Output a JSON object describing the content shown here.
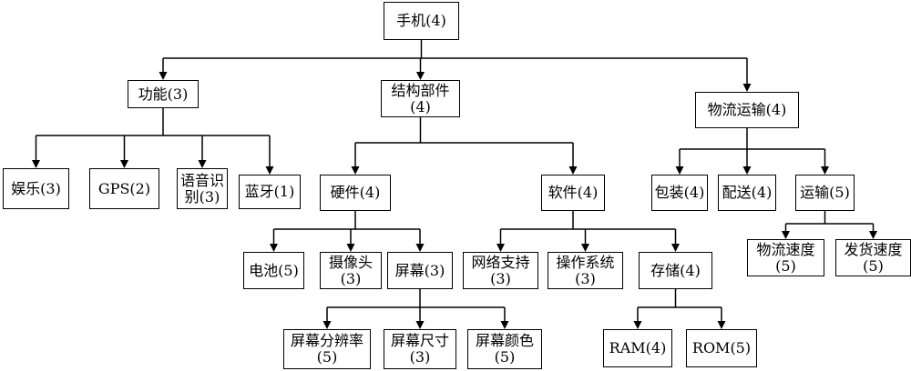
{
  "nodes": {
    "phone": {
      "lines": [
        "手机(4)"
      ]
    },
    "function": {
      "lines": [
        "功能(3)"
      ]
    },
    "structure": {
      "lines": [
        "结构部件",
        "(4)"
      ]
    },
    "logistics": {
      "lines": [
        "物流运输(4)"
      ]
    },
    "entertainment": {
      "lines": [
        "娱乐(3)"
      ]
    },
    "gps": {
      "lines": [
        "GPS(2)"
      ]
    },
    "voice": {
      "lines": [
        "语音识",
        "别(3)"
      ]
    },
    "bluetooth": {
      "lines": [
        "蓝牙(1)"
      ]
    },
    "hardware": {
      "lines": [
        "硬件(4)"
      ]
    },
    "software": {
      "lines": [
        "软件(4)"
      ]
    },
    "packaging": {
      "lines": [
        "包装(4)"
      ]
    },
    "delivery": {
      "lines": [
        "配送(4)"
      ]
    },
    "transport": {
      "lines": [
        "运输(5)"
      ]
    },
    "battery": {
      "lines": [
        "电池(5)"
      ]
    },
    "camera": {
      "lines": [
        "摄像头",
        "(3)"
      ]
    },
    "screen": {
      "lines": [
        "屏幕(3)"
      ]
    },
    "network": {
      "lines": [
        "网络支持",
        "(3)"
      ]
    },
    "os": {
      "lines": [
        "操作系统",
        "(3)"
      ]
    },
    "storage": {
      "lines": [
        "存储(4)"
      ]
    },
    "logistics_speed": {
      "lines": [
        "物流速度",
        "(5)"
      ]
    },
    "shipping_speed": {
      "lines": [
        "发货速度",
        "(5)"
      ]
    },
    "resolution": {
      "lines": [
        "屏幕分辨率",
        "(5)"
      ]
    },
    "screen_size": {
      "lines": [
        "屏幕尺寸",
        "(3)"
      ]
    },
    "screen_color": {
      "lines": [
        "屏幕颜色",
        "(5)"
      ]
    },
    "ram": {
      "lines": [
        "RAM(4)"
      ]
    },
    "rom": {
      "lines": [
        "ROM(5)"
      ]
    }
  },
  "edges": [
    [
      "phone",
      [
        "function",
        "structure",
        "logistics"
      ]
    ],
    [
      "function",
      [
        "entertainment",
        "gps",
        "voice",
        "bluetooth"
      ]
    ],
    [
      "structure",
      [
        "hardware",
        "software"
      ]
    ],
    [
      "logistics",
      [
        "packaging",
        "delivery",
        "transport"
      ]
    ],
    [
      "hardware",
      [
        "battery",
        "camera",
        "screen"
      ]
    ],
    [
      "software",
      [
        "network",
        "os",
        "storage"
      ]
    ],
    [
      "transport",
      [
        "logistics_speed",
        "shipping_speed"
      ]
    ],
    [
      "screen",
      [
        "resolution",
        "screen_size",
        "screen_color"
      ]
    ],
    [
      "storage",
      [
        "ram",
        "rom"
      ]
    ]
  ]
}
